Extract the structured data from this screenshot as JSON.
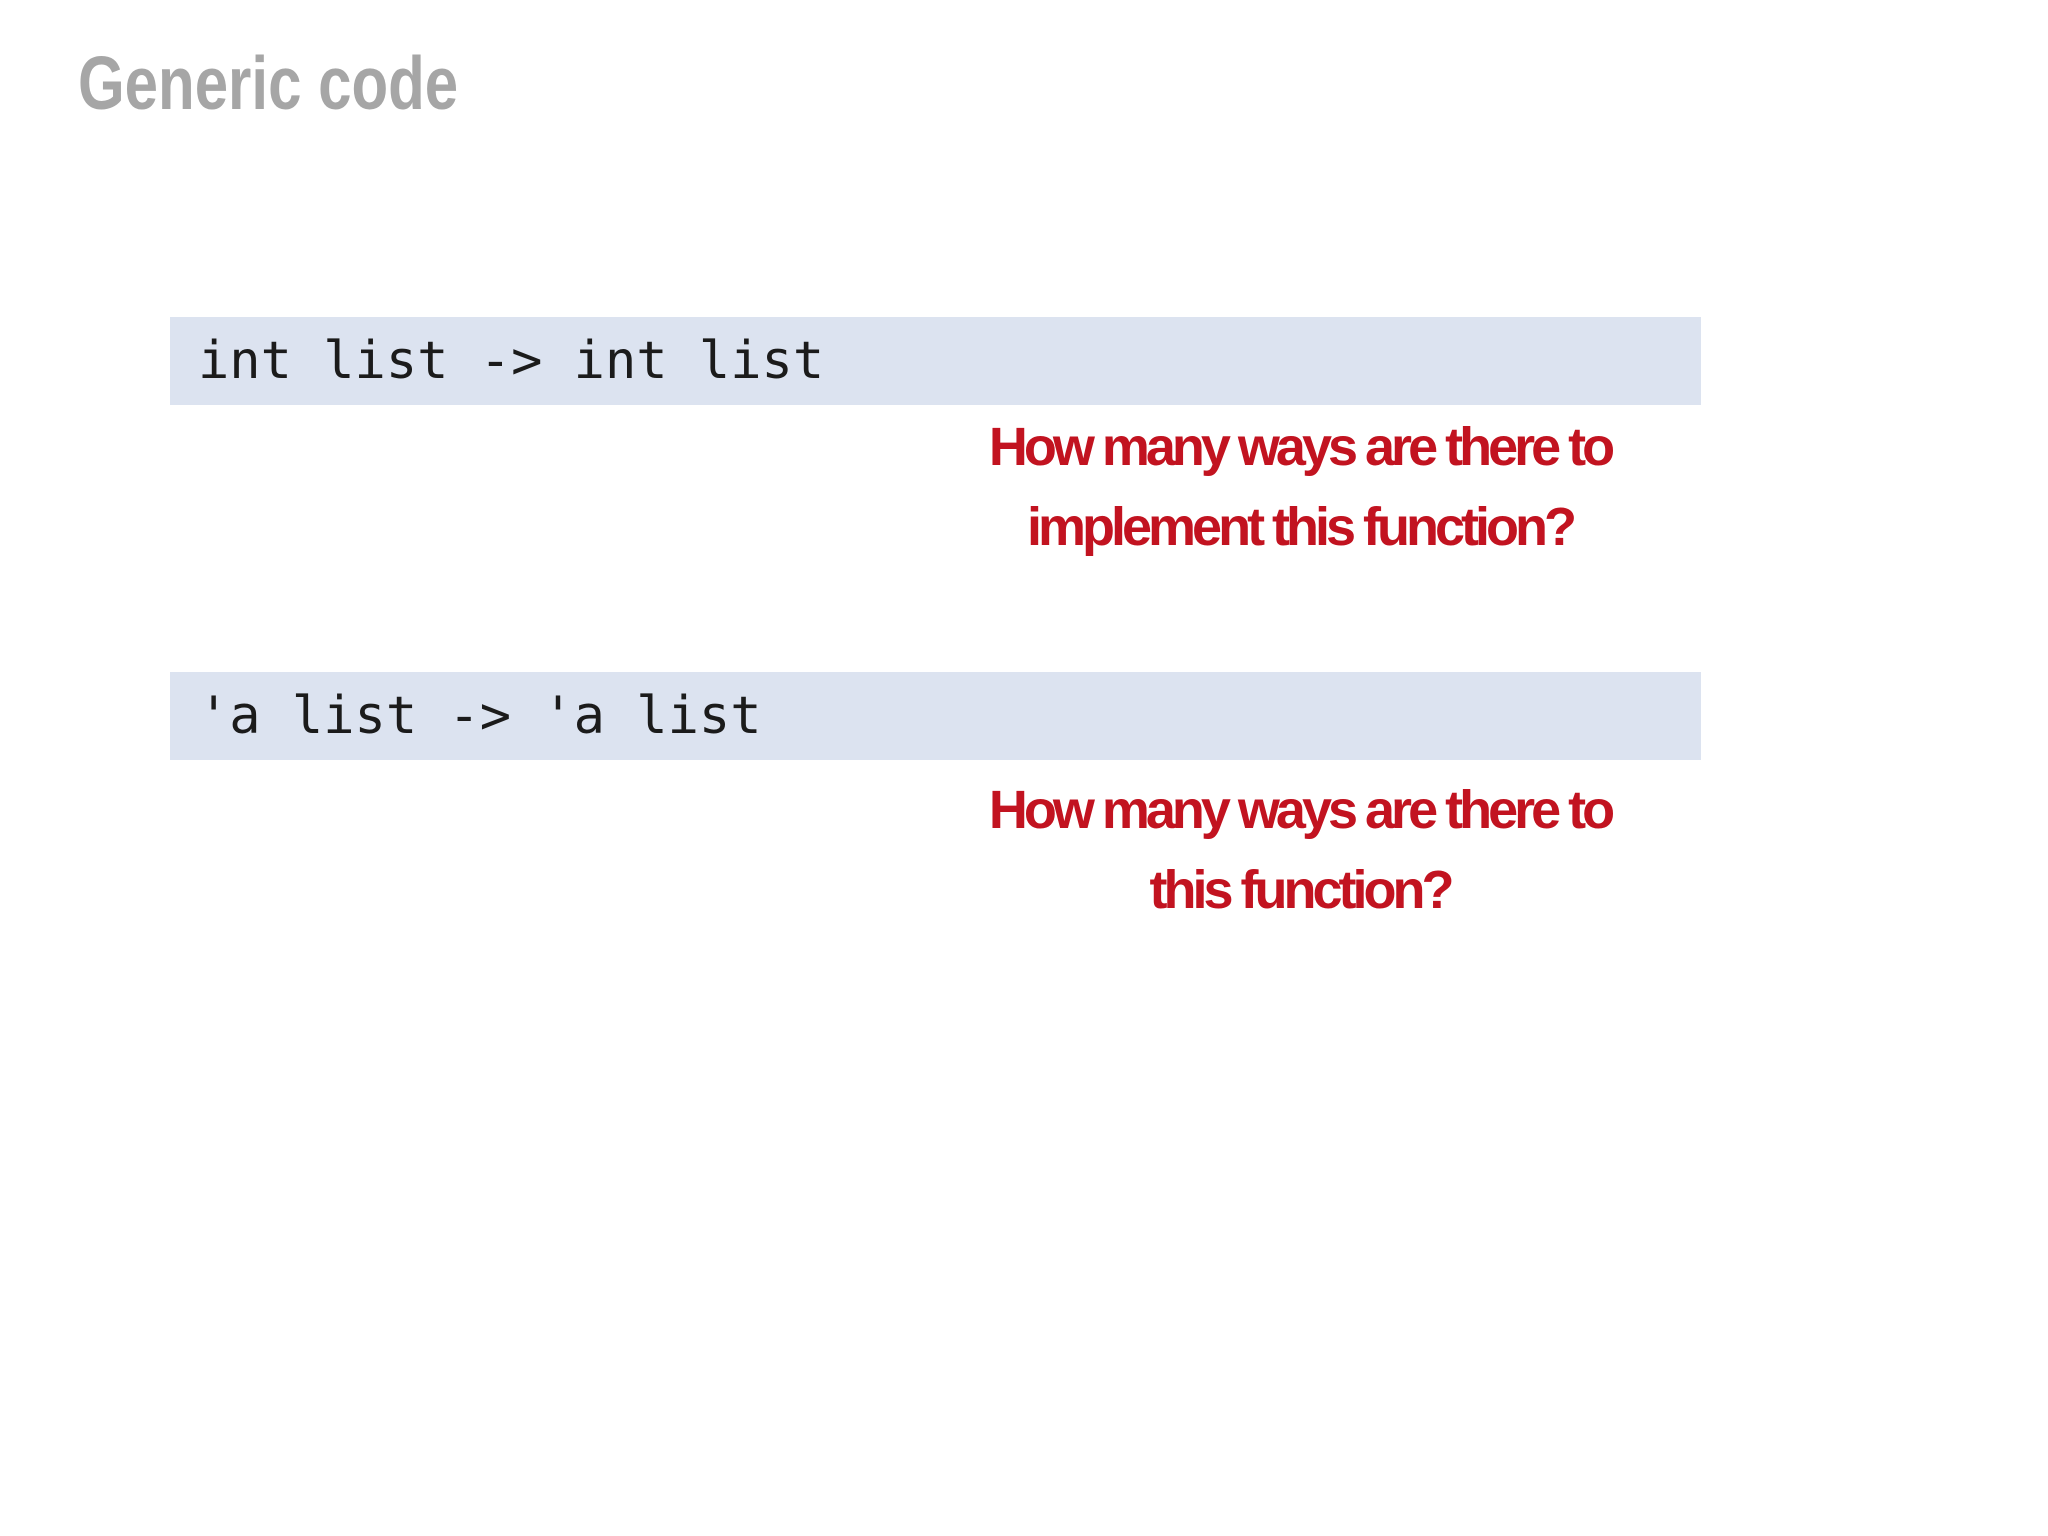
{
  "slide": {
    "title": "Generic code",
    "colors": {
      "background": "#ffffff",
      "title_gray": "#a6a6a6",
      "code_bg": "#dce3f0",
      "code_text": "#1b1b1b",
      "annotation_red": "#c21320"
    },
    "code_blocks": [
      {
        "code": "int list -> int list"
      },
      {
        "code": "'a list -> 'a list"
      }
    ],
    "annotations": [
      {
        "line1": "How many ways are there to",
        "line2": "implement this function?"
      },
      {
        "line1": "How many ways are there to",
        "line2": "this function?"
      }
    ]
  }
}
